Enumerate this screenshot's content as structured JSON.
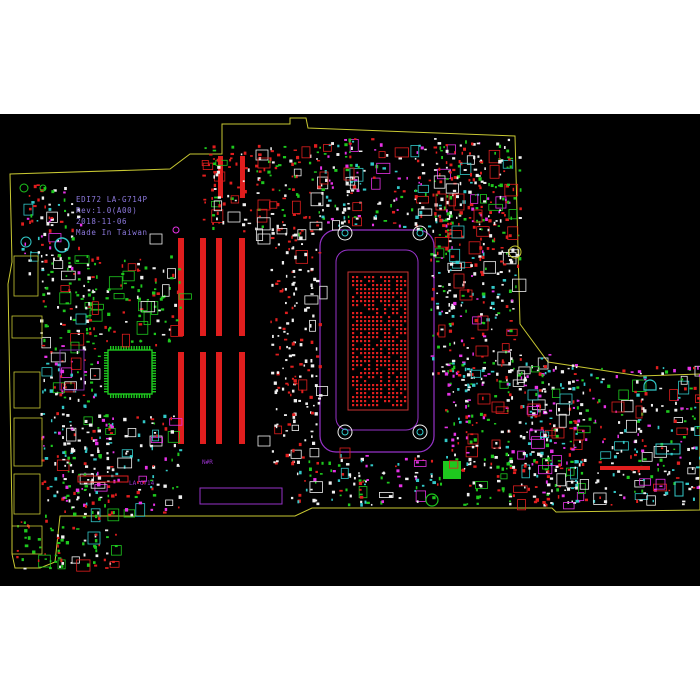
{
  "board": {
    "silkscreen_lines": [
      "EDI72 LA-G714P",
      "Rev:1.0(A00)",
      "2018-11-06",
      "Made In Taiwan"
    ],
    "ref_labels": [
      "LA-G714",
      "N#R"
    ]
  },
  "colors": {
    "background": "#000000",
    "outline": "#c8c832",
    "pad_red": "#e01e1e",
    "pad_white": "#f0f0f0",
    "pad_green": "#1ec81e",
    "cyan": "#32c8c8",
    "purple": "#9632c8",
    "magenta": "#e632e6",
    "silkscreen_text": "#8c78dc"
  },
  "icons": {
    "mounting_hole": "mounting-hole-icon",
    "fiducial": "fiducial-icon"
  }
}
